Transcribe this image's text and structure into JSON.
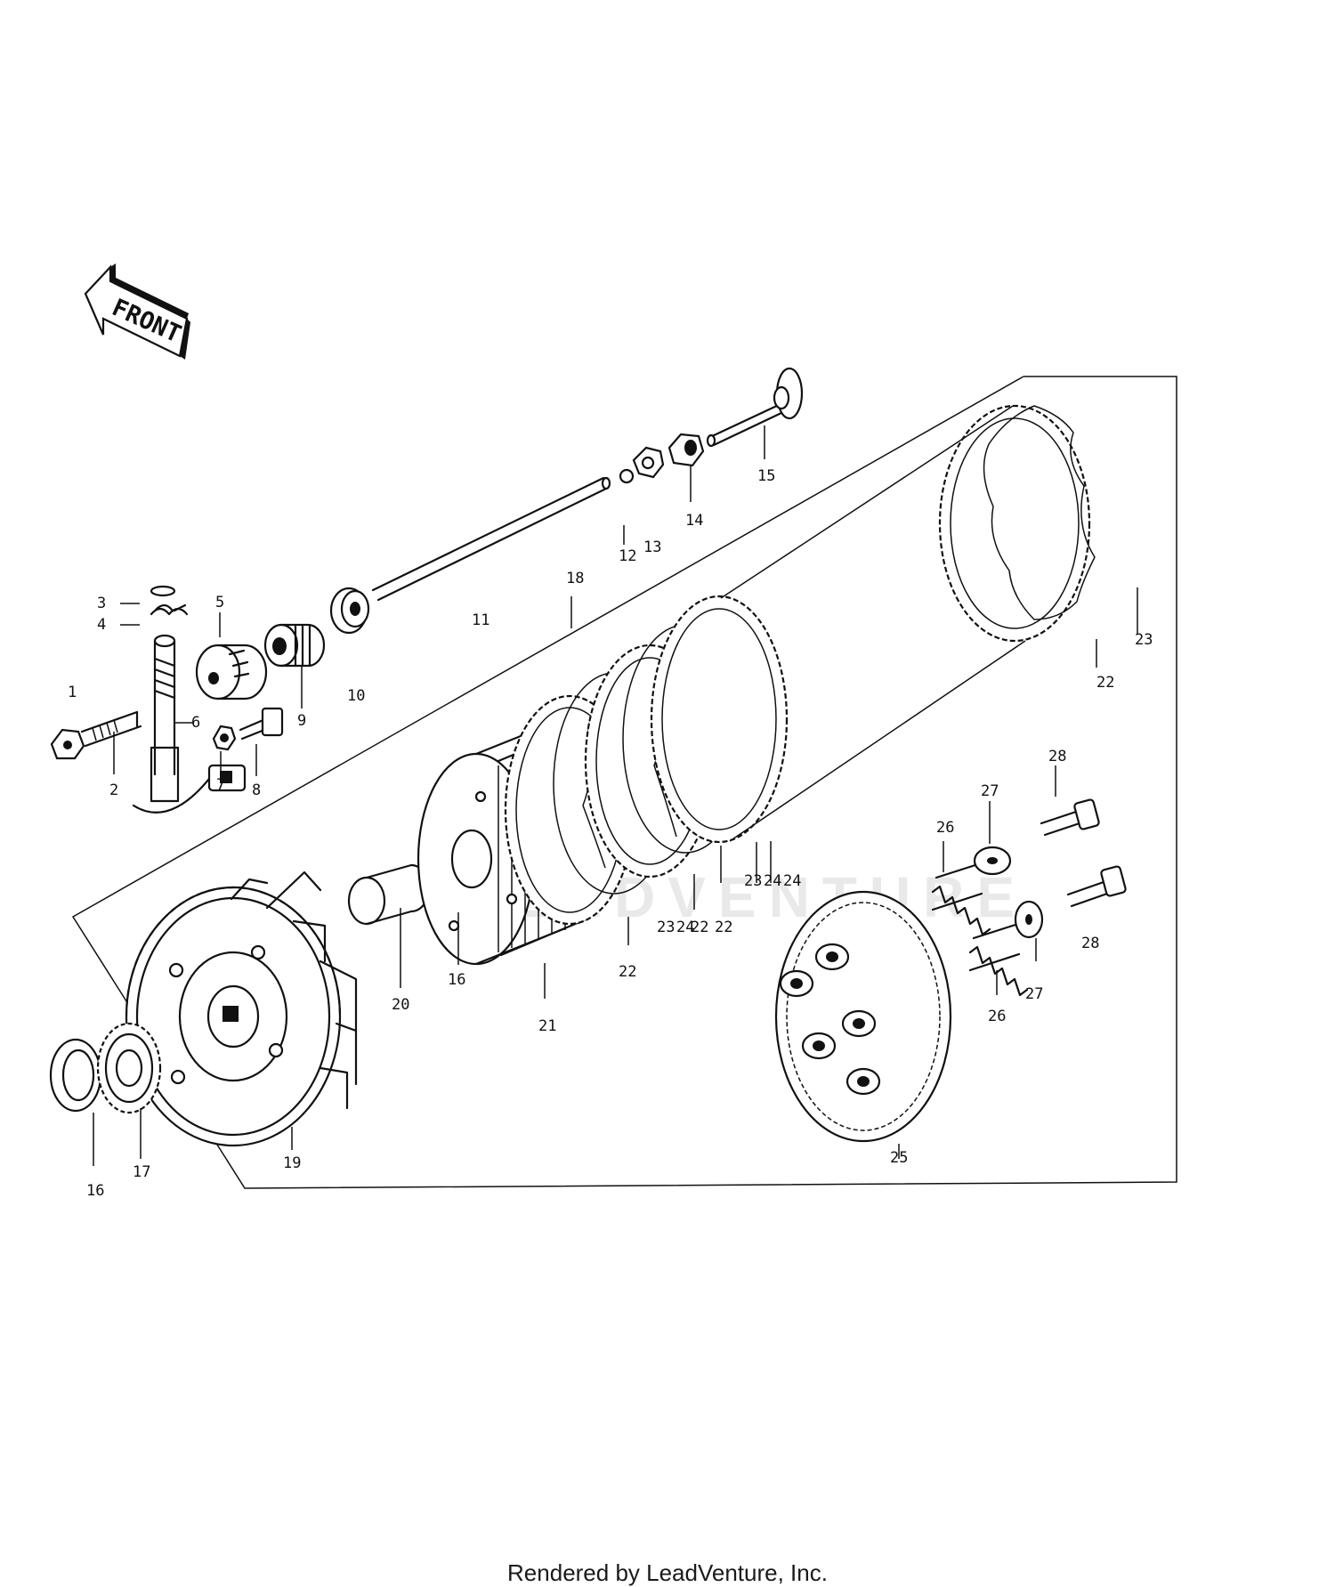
{
  "front_label": "FRONT",
  "watermark": "LEADVENTURE",
  "footer": "Rendered by LeadVenture, Inc.",
  "callouts": [
    "1",
    "2",
    "3",
    "4",
    "5",
    "6",
    "7",
    "8",
    "9",
    "10",
    "11",
    "12",
    "13",
    "14",
    "15",
    "16",
    "17",
    "18",
    "19",
    "20",
    "21",
    "22",
    "23",
    "24",
    "25",
    "26",
    "27",
    "28"
  ],
  "callout_extra": [
    "16",
    "22",
    "22",
    "22",
    "23",
    "24",
    "23",
    "24",
    "26",
    "27",
    "28"
  ]
}
